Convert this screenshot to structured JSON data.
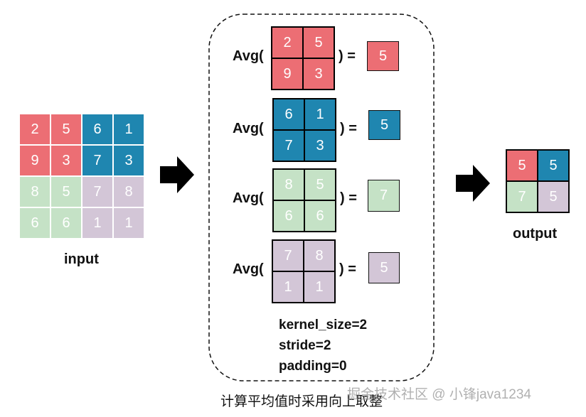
{
  "colors": {
    "red": "#ec6e74",
    "blue": "#1f86b0",
    "green": "#c5e2c6",
    "purple": "#d3c6d7"
  },
  "input": {
    "label": "input",
    "cells": [
      [
        "2",
        "5",
        "6",
        "1"
      ],
      [
        "9",
        "3",
        "7",
        "3"
      ],
      [
        "8",
        "5",
        "7",
        "8"
      ],
      [
        "6",
        "6",
        "1",
        "1"
      ]
    ]
  },
  "pools": [
    {
      "prefix": "Avg(",
      "cells": [
        "2",
        "5",
        "9",
        "3"
      ],
      "suffix": ") =",
      "result": "5"
    },
    {
      "prefix": "Avg(",
      "cells": [
        "6",
        "1",
        "7",
        "3"
      ],
      "suffix": ") =",
      "result": "5"
    },
    {
      "prefix": "Avg(",
      "cells": [
        "8",
        "5",
        "6",
        "6"
      ],
      "suffix": ") =",
      "result": "7"
    },
    {
      "prefix": "Avg(",
      "cells": [
        "7",
        "8",
        "1",
        "1"
      ],
      "suffix": ") =",
      "result": "5"
    }
  ],
  "params": {
    "kernel": "kernel_size=2",
    "stride": "stride=2",
    "padding": "padding=0"
  },
  "output": {
    "label": "output",
    "cells": [
      "5",
      "5",
      "7",
      "5"
    ]
  },
  "caption": "计算平均值时采用向上取整",
  "watermark": "掘金技术社区 @ 小锋java1234"
}
